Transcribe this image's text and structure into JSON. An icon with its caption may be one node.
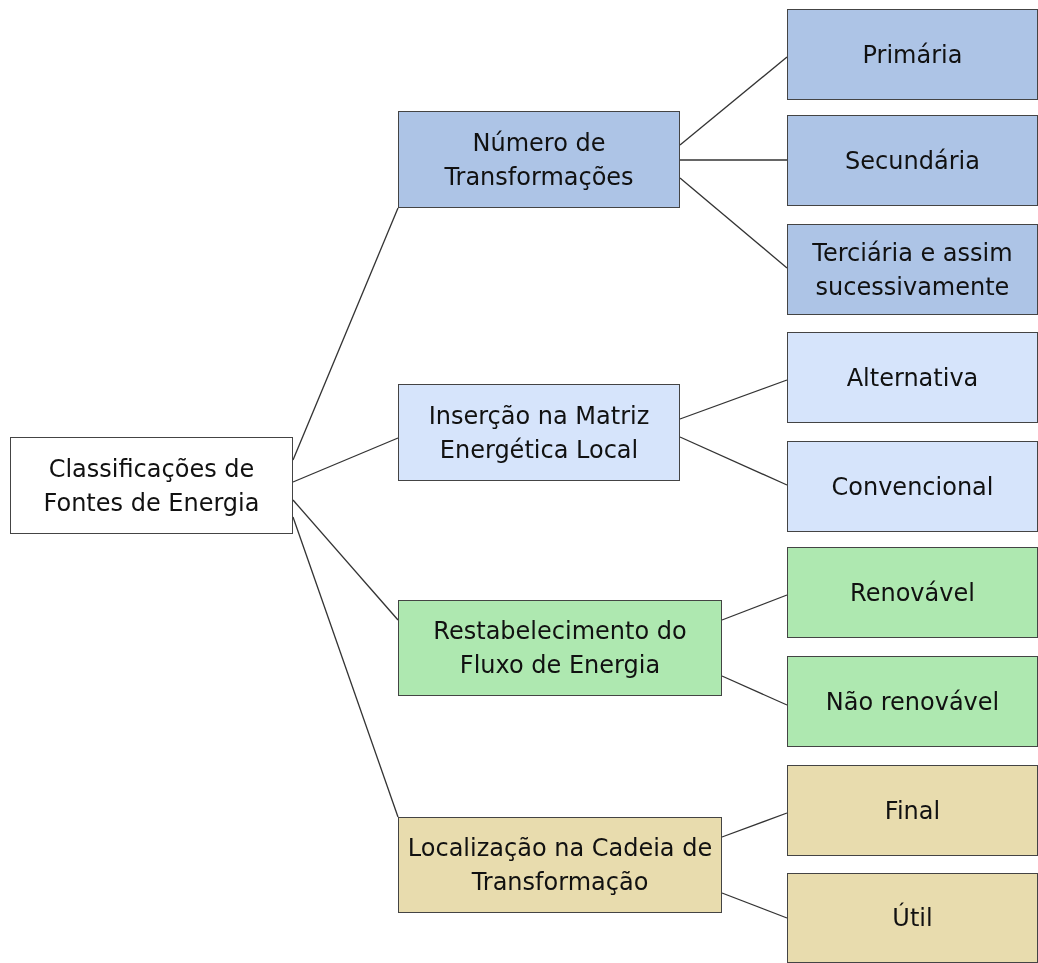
{
  "diagram": {
    "nodes": [
      {
        "text": [
          "Classificações de Fontes de Energia"
        ]
      },
      {
        "text": [
          "Número de Transformações"
        ]
      },
      {
        "text": [
          "Inserção na Matriz Energética Local"
        ]
      },
      {
        "text": [
          "Restabelecimento do Fluxo de Energia"
        ]
      },
      {
        "text": [
          "Localização na Cadeia de Transformação"
        ]
      },
      {
        "text": [
          "Primária"
        ]
      },
      {
        "text": [
          "Secundária"
        ]
      },
      {
        "text": [
          "Terciária e assim sucessivamente"
        ]
      },
      {
        "text": [
          "Alternativa"
        ]
      },
      {
        "text": [
          "Convencional"
        ]
      },
      {
        "text": [
          "Renovável"
        ]
      },
      {
        "text": [
          "Não renovável"
        ]
      },
      {
        "text": [
          "Final"
        ]
      },
      {
        "text": [
          "Útil"
        ]
      }
    ],
    "edges": [
      {
        "from": 0,
        "to": 1,
        "arrow": "none"
      },
      {
        "from": 0,
        "to": 2,
        "arrow": "none"
      },
      {
        "from": 0,
        "to": 3,
        "arrow": "none"
      },
      {
        "from": 0,
        "to": 4,
        "arrow": "none"
      },
      {
        "from": 1,
        "to": 5,
        "arrow": "none"
      },
      {
        "from": 1,
        "to": 6,
        "arrow": "none"
      },
      {
        "from": 1,
        "to": 7,
        "arrow": "none"
      },
      {
        "from": 2,
        "to": 8,
        "arrow": "none"
      },
      {
        "from": 2,
        "to": 9,
        "arrow": "none"
      },
      {
        "from": 3,
        "to": 10,
        "arrow": "none"
      },
      {
        "from": 3,
        "to": 11,
        "arrow": "none"
      },
      {
        "from": 4,
        "to": 12,
        "arrow": "none"
      },
      {
        "from": 4,
        "to": 13,
        "arrow": "none"
      }
    ]
  }
}
